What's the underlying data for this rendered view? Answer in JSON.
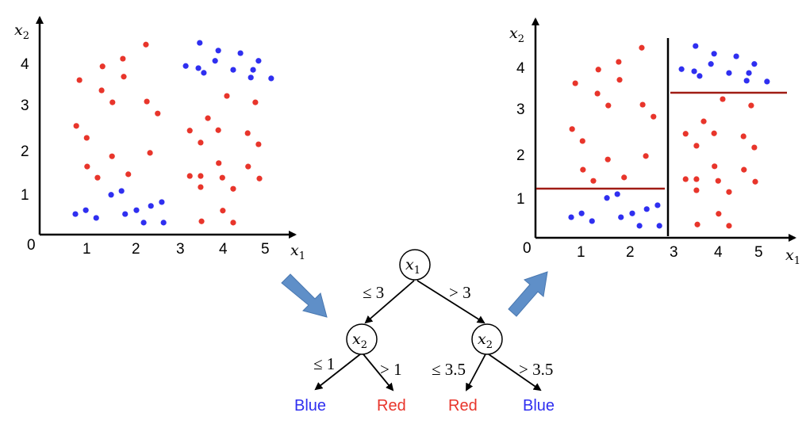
{
  "colors": {
    "red": "#e8352b",
    "blue": "#2f2ff0",
    "split_line": "#a01c14",
    "arrow": "#5f8fc8"
  },
  "axes": {
    "x_label": "x",
    "x_sub": "1",
    "y_label": "x",
    "y_sub": "2",
    "origin": "0",
    "x_ticks": [
      "1",
      "2",
      "3",
      "4",
      "5"
    ],
    "y_ticks": [
      "1",
      "2",
      "3",
      "4"
    ]
  },
  "tree": {
    "root": {
      "var": "x",
      "sub": "1"
    },
    "left": {
      "var": "x",
      "sub": "2"
    },
    "right": {
      "var": "x",
      "sub": "2"
    },
    "edges": {
      "root_left": "≤ 3",
      "root_right": "> 3",
      "left_left": "≤ 1",
      "left_right": "> 1",
      "right_left": "≤ 3.5",
      "right_right": "> 3.5"
    },
    "leaves": [
      "Blue",
      "Red",
      "Red",
      "Blue"
    ]
  },
  "splits": {
    "x1": 3,
    "x2_left": 1,
    "x2_right": 3.5
  },
  "points": {
    "red": [
      [
        0.88,
        3.61
      ],
      [
        1.39,
        3.93
      ],
      [
        1.84,
        4.11
      ],
      [
        2.35,
        4.44
      ],
      [
        1.86,
        3.69
      ],
      [
        1.37,
        3.37
      ],
      [
        1.61,
        3.09
      ],
      [
        2.37,
        3.11
      ],
      [
        2.61,
        2.83
      ],
      [
        0.81,
        2.54
      ],
      [
        1.04,
        2.26
      ],
      [
        2.44,
        1.91
      ],
      [
        1.6,
        1.83
      ],
      [
        1.05,
        1.59
      ],
      [
        1.96,
        1.41
      ],
      [
        1.28,
        1.33
      ],
      [
        3.32,
        2.43
      ],
      [
        3.72,
        2.72
      ],
      [
        3.95,
        2.44
      ],
      [
        3.56,
        2.15
      ],
      [
        4.6,
        2.37
      ],
      [
        4.84,
        2.11
      ],
      [
        3.96,
        1.67
      ],
      [
        4.61,
        1.59
      ],
      [
        3.32,
        1.37
      ],
      [
        3.56,
        1.37
      ],
      [
        4.04,
        1.33
      ],
      [
        4.86,
        1.31
      ],
      [
        3.56,
        1.11
      ],
      [
        4.28,
        1.07
      ],
      [
        4.05,
        0.56
      ],
      [
        3.58,
        0.31
      ],
      [
        4.28,
        0.28
      ],
      [
        4.14,
        3.24
      ],
      [
        4.77,
        3.09
      ]
    ],
    "blue": [
      [
        3.54,
        4.48
      ],
      [
        3.95,
        4.3
      ],
      [
        4.44,
        4.24
      ],
      [
        3.23,
        3.94
      ],
      [
        3.51,
        3.89
      ],
      [
        3.63,
        3.78
      ],
      [
        3.88,
        4.06
      ],
      [
        4.28,
        3.85
      ],
      [
        4.72,
        3.85
      ],
      [
        4.84,
        4.06
      ],
      [
        4.67,
        3.67
      ],
      [
        5.12,
        3.65
      ],
      [
        1.58,
        0.93
      ],
      [
        1.81,
        1.02
      ],
      [
        0.79,
        0.48
      ],
      [
        1.02,
        0.57
      ],
      [
        1.25,
        0.39
      ],
      [
        1.89,
        0.48
      ],
      [
        2.14,
        0.57
      ],
      [
        2.46,
        0.67
      ],
      [
        2.7,
        0.76
      ],
      [
        2.3,
        0.28
      ],
      [
        2.74,
        0.28
      ]
    ]
  }
}
